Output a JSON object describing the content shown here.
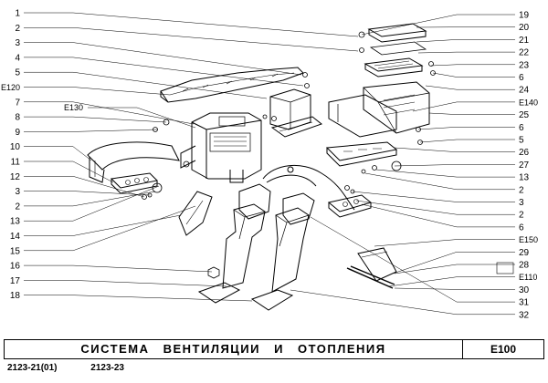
{
  "left_callouts": [
    {
      "id": "l1",
      "label": "1"
    },
    {
      "id": "l2",
      "label": "2"
    },
    {
      "id": "l3",
      "label": "3"
    },
    {
      "id": "l4",
      "label": "4"
    },
    {
      "id": "l5",
      "label": "5"
    },
    {
      "id": "l6",
      "label": "E120"
    },
    {
      "id": "l7",
      "label": "7"
    },
    {
      "id": "l8",
      "label": "8"
    },
    {
      "id": "l9",
      "label": "9"
    },
    {
      "id": "l10",
      "label": "10"
    },
    {
      "id": "l11",
      "label": "11"
    },
    {
      "id": "l12",
      "label": "12"
    },
    {
      "id": "l13",
      "label": "3"
    },
    {
      "id": "l14",
      "label": "2"
    },
    {
      "id": "l15",
      "label": "13"
    },
    {
      "id": "l16",
      "label": "14"
    },
    {
      "id": "l17",
      "label": "15"
    },
    {
      "id": "l18",
      "label": "16"
    },
    {
      "id": "l19",
      "label": "17"
    },
    {
      "id": "l20",
      "label": "18"
    }
  ],
  "inner_callouts": [
    {
      "id": "e130",
      "label": "E130"
    }
  ],
  "right_callouts": [
    {
      "id": "r1",
      "label": "19"
    },
    {
      "id": "r2",
      "label": "20"
    },
    {
      "id": "r3",
      "label": "21"
    },
    {
      "id": "r4",
      "label": "22"
    },
    {
      "id": "r5",
      "label": "23"
    },
    {
      "id": "r6",
      "label": "6"
    },
    {
      "id": "r7",
      "label": "24"
    },
    {
      "id": "r8",
      "label": "E140"
    },
    {
      "id": "r9",
      "label": "25"
    },
    {
      "id": "r10",
      "label": "6"
    },
    {
      "id": "r11",
      "label": "5"
    },
    {
      "id": "r12",
      "label": "26"
    },
    {
      "id": "r13",
      "label": "27"
    },
    {
      "id": "r14",
      "label": "13"
    },
    {
      "id": "r15",
      "label": "2"
    },
    {
      "id": "r16",
      "label": "3"
    },
    {
      "id": "r17",
      "label": "2"
    },
    {
      "id": "r18",
      "label": "6"
    },
    {
      "id": "r19",
      "label": "E150"
    },
    {
      "id": "r20",
      "label": "29"
    },
    {
      "id": "r21",
      "label": "28"
    },
    {
      "id": "r22",
      "label": "E110"
    },
    {
      "id": "r23",
      "label": "30"
    },
    {
      "id": "r24",
      "label": "31"
    },
    {
      "id": "r25",
      "label": "32"
    }
  ],
  "title_block": {
    "title": "СИСТЕМА ВЕНТИЛЯЦИИ И ОТОПЛЕНИЯ",
    "section_code": "E100"
  },
  "models": [
    "2123-21(01)",
    "2123-23"
  ]
}
